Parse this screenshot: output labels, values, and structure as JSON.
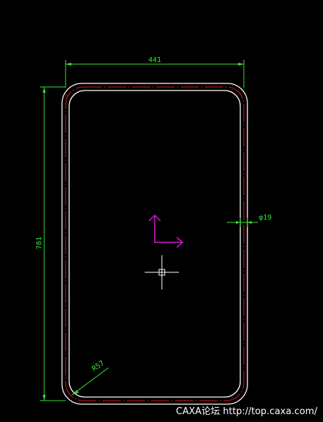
{
  "drawing": {
    "dimensions": {
      "width_label": "441",
      "height_label": "781",
      "diameter_label": "φ19",
      "radius_label": "R57"
    },
    "colors": {
      "background": "#000000",
      "outline": "#ffffff",
      "centerline": "#e0161e",
      "dimension": "#35e535",
      "ucs": "#d01ad0",
      "cursor": "#ffffff"
    },
    "icons": [
      "ucs-axis-icon",
      "crosshair-cursor-icon"
    ]
  },
  "watermark": {
    "text": "CAXA论坛 http://top.caxa.com/"
  }
}
